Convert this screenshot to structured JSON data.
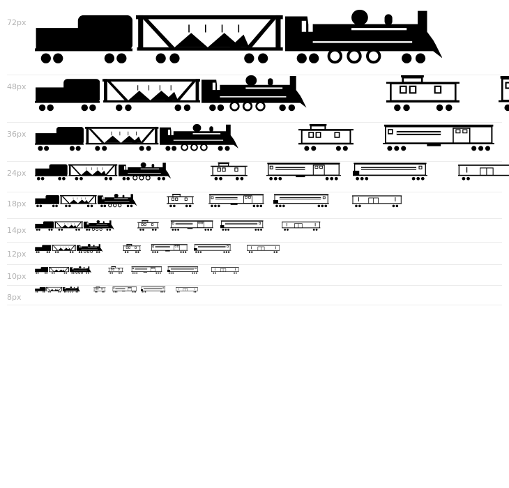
{
  "rows": [
    {
      "label": "72px",
      "size": 72
    },
    {
      "label": "48px",
      "size": 48
    },
    {
      "label": "36px",
      "size": 36
    },
    {
      "label": "24px",
      "size": 24
    },
    {
      "label": "18px",
      "size": 18
    },
    {
      "label": "14px",
      "size": 14
    },
    {
      "label": "12px",
      "size": 12
    },
    {
      "label": "10px",
      "size": 10
    },
    {
      "label": "8px",
      "size": 8
    }
  ],
  "glyph_sequence": [
    "tender",
    "hopper-car",
    "steam-locomotive",
    "space",
    "caboose",
    "passenger-coach",
    "passenger-coach-vestibule",
    "boxcar"
  ],
  "colors": {
    "glyph": "#000000",
    "label": "#b4b4b4",
    "separator": "#ececec"
  }
}
